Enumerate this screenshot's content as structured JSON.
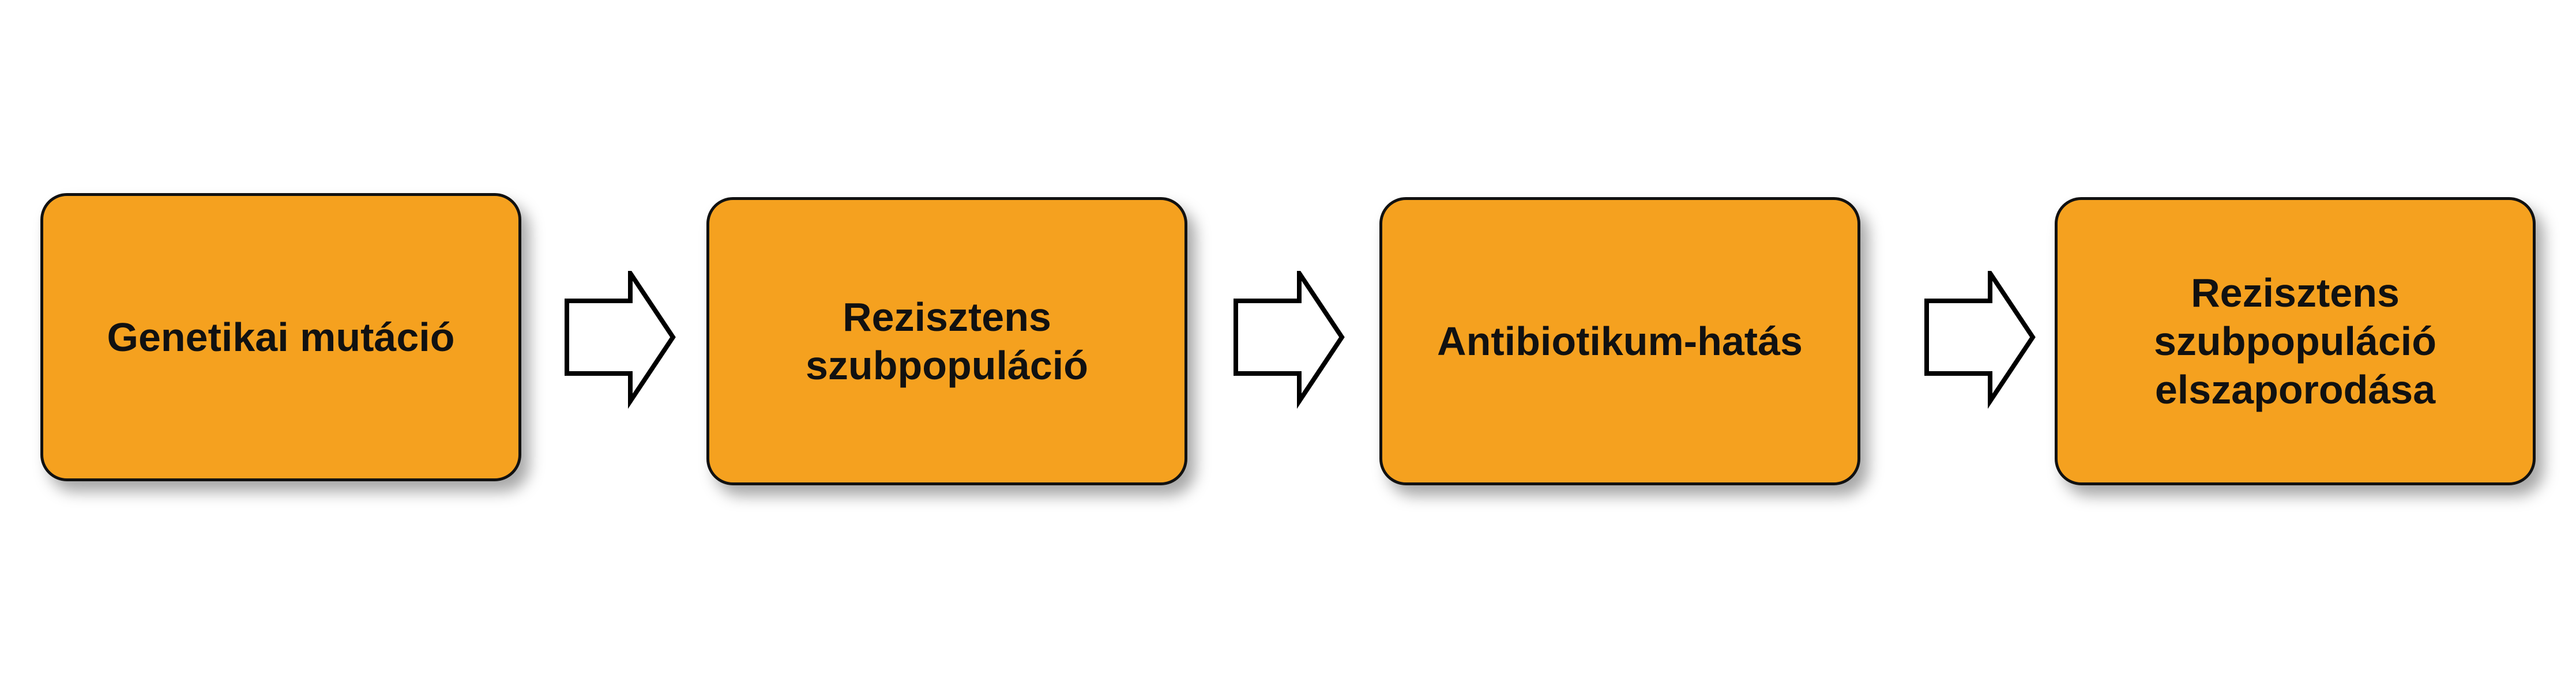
{
  "diagram": {
    "steps": [
      {
        "label": "Genetikai mutáció"
      },
      {
        "label": "Rezisztens\nszubpopuláció"
      },
      {
        "label": "Antibiotikum-hatás"
      },
      {
        "label": "Rezisztens\nszubpopuláció\nelszaporodása"
      }
    ],
    "colors": {
      "box_fill": "#f5a11f",
      "box_border": "#111111",
      "arrow_fill": "#ffffff",
      "arrow_stroke": "#000000"
    },
    "connector_icon": "right-arrow-icon"
  }
}
